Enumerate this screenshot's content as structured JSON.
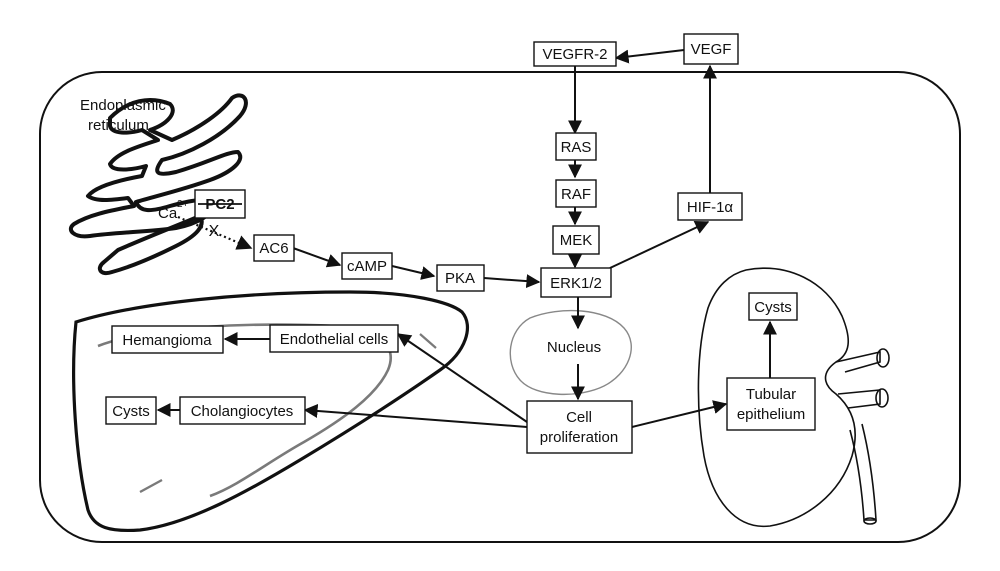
{
  "labels": {
    "er": [
      "Endoplasmic",
      "reticulum"
    ],
    "ca": "Ca",
    "ca_sup": "2+",
    "pc2": "PC2",
    "block_mark": "X"
  },
  "nodes": {
    "vegfr2": "VEGFR-2",
    "vegf": "VEGF",
    "ras": "RAS",
    "raf": "RAF",
    "mek": "MEK",
    "hif1a": "HIF-1α",
    "ac6": "AC6",
    "camp": "cAMP",
    "pka": "PKA",
    "erk": "ERK1/2",
    "nucleus": "Nucleus",
    "cell_prolif": [
      "Cell",
      "proliferation"
    ],
    "hemangioma": "Hemangioma",
    "endothelial": "Endothelial cells",
    "cysts_liver": "Cysts",
    "cholangiocytes": "Cholangiocytes",
    "cysts_kidney": "Cysts",
    "tubular": [
      "Tubular",
      "epithelium"
    ]
  },
  "edges": [
    {
      "from": "vegf",
      "to": "vegfr2"
    },
    {
      "from": "vegfr2",
      "to": "ras"
    },
    {
      "from": "ras",
      "to": "raf"
    },
    {
      "from": "raf",
      "to": "mek"
    },
    {
      "from": "mek",
      "to": "erk"
    },
    {
      "from": "erk",
      "to": "hif1a"
    },
    {
      "from": "hif1a",
      "to": "vegf"
    },
    {
      "from": "ca",
      "to": "ac6",
      "style": "dotted",
      "blocked": true
    },
    {
      "from": "ac6",
      "to": "camp"
    },
    {
      "from": "camp",
      "to": "pka"
    },
    {
      "from": "pka",
      "to": "erk"
    },
    {
      "from": "erk",
      "to": "nucleus"
    },
    {
      "from": "nucleus",
      "to": "cell_prolif"
    },
    {
      "from": "cell_prolif",
      "to": "endothelial"
    },
    {
      "from": "cell_prolif",
      "to": "cholangiocytes"
    },
    {
      "from": "cell_prolif",
      "to": "tubular"
    },
    {
      "from": "endothelial",
      "to": "hemangioma"
    },
    {
      "from": "cholangiocytes",
      "to": "cysts_liver"
    },
    {
      "from": "tubular",
      "to": "cysts_kidney"
    }
  ]
}
